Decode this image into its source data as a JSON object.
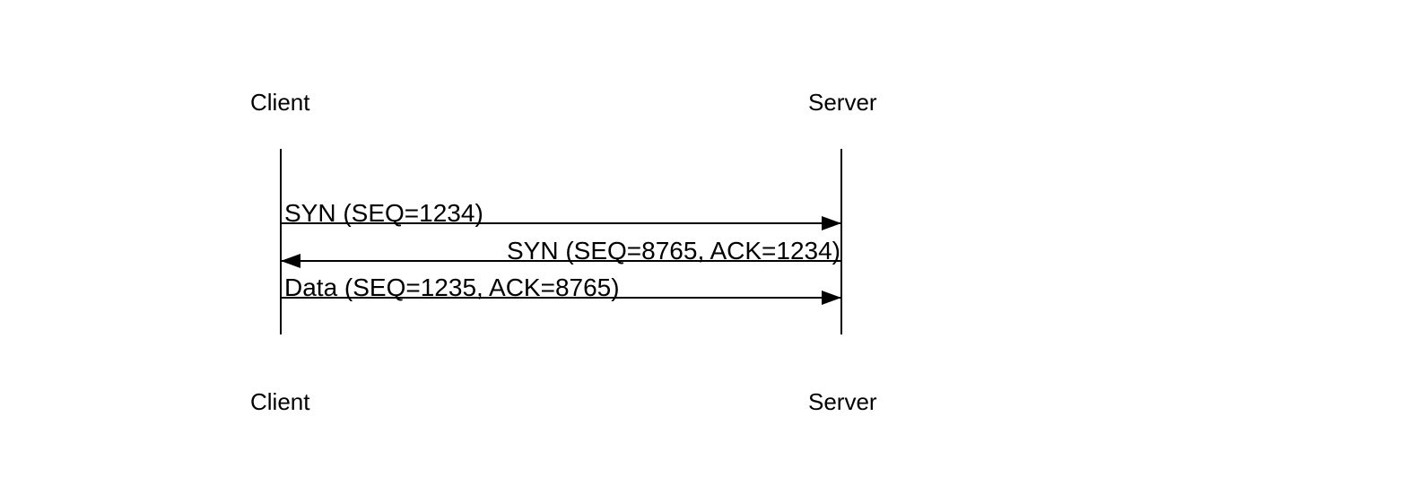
{
  "diagram": {
    "type": "sequence-diagram",
    "colors": {
      "ink": "#000000",
      "background": "#ffffff"
    },
    "actors": [
      {
        "id": "client",
        "label": "Client"
      },
      {
        "id": "server",
        "label": "Server"
      }
    ],
    "messages": [
      {
        "from": "client",
        "to": "server",
        "direction": "right",
        "label": "SYN (SEQ=1234)"
      },
      {
        "from": "server",
        "to": "client",
        "direction": "left",
        "label": "SYN (SEQ=8765, ACK=1234)"
      },
      {
        "from": "client",
        "to": "server",
        "direction": "right",
        "label": "Data (SEQ=1235, ACK=8765)"
      }
    ]
  }
}
